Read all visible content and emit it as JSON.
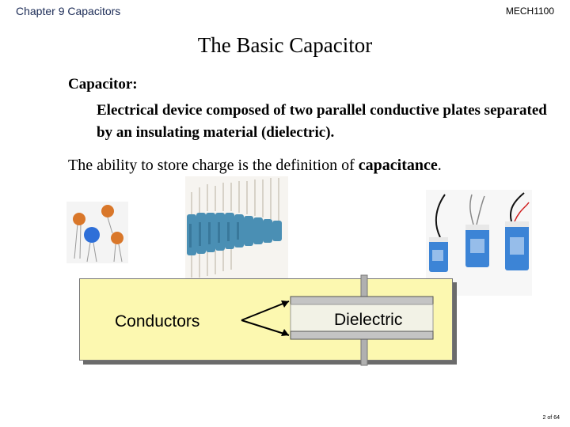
{
  "header": {
    "chapter": "Chapter 9 Capacitors",
    "course": "MECH1100"
  },
  "slide": {
    "title": "The Basic Capacitor",
    "term": "Capacitor:",
    "definition": "Electrical device composed of two parallel conductive plates separated by an insulating material (dielectric).",
    "ability_text": "The ability to store charge is the definition of ",
    "ability_term": "capacitance",
    "ability_end": "."
  },
  "diagram": {
    "conductors_label": "Conductors",
    "dielectric_label": "Dielectric"
  },
  "footer": {
    "page": "2",
    "of": "of",
    "total": "64"
  },
  "colors": {
    "diagram_bg": "#fcf8b0",
    "ceramic_cap": "#d9772a",
    "blue_cap": "#2e6fd8",
    "electrolytic": "#4a8fb4"
  }
}
